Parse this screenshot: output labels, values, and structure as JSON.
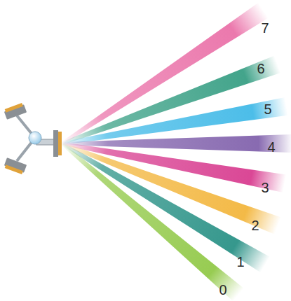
{
  "diagram": {
    "labels": [
      "7",
      "6",
      "5",
      "4",
      "3",
      "2",
      "1",
      "0"
    ]
  }
}
